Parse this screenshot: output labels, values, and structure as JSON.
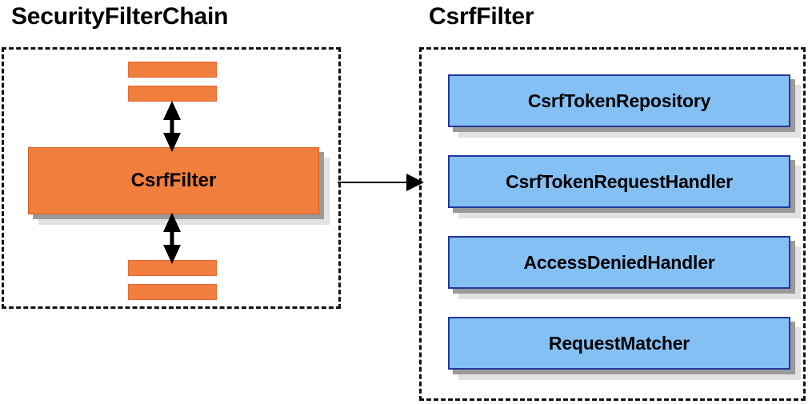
{
  "diagram": {
    "type": "component-relationship-diagram",
    "background": "#ffffff",
    "colors": {
      "filter_fill": "#F07E3C",
      "collaborator_fill": "#85C0F5",
      "collaborator_border": "#23379B",
      "shadow_dark": "#9A9A9A",
      "shadow_light": "#E2E2E2",
      "outline_dashed": "#111111",
      "arrow": "#000000",
      "text": "#000000"
    }
  },
  "panels": [
    {
      "id": "security-filter-chain",
      "title": "SecurityFilterChain",
      "nodes": [
        {
          "id": "filter-bar-1",
          "label": "",
          "kind": "bar"
        },
        {
          "id": "filter-bar-2",
          "label": "",
          "kind": "bar"
        },
        {
          "id": "csrf-filter",
          "label": "CsrfFilter",
          "kind": "filter"
        },
        {
          "id": "filter-bar-3",
          "label": "",
          "kind": "bar"
        },
        {
          "id": "filter-bar-4",
          "label": "",
          "kind": "bar"
        }
      ],
      "internal_arrows": [
        {
          "id": "arrow-above-csrf-filter",
          "kind": "double-headed-vertical"
        },
        {
          "id": "arrow-below-csrf-filter",
          "kind": "double-headed-vertical"
        }
      ]
    },
    {
      "id": "csrf-filter-detail",
      "title": "CsrfFilter",
      "nodes": [
        {
          "id": "csrf-token-repository",
          "label": "CsrfTokenRepository",
          "kind": "collaborator"
        },
        {
          "id": "csrf-token-request-handler",
          "label": "CsrfTokenRequestHandler",
          "kind": "collaborator"
        },
        {
          "id": "access-denied-handler",
          "label": "AccessDeniedHandler",
          "kind": "collaborator"
        },
        {
          "id": "request-matcher",
          "label": "RequestMatcher",
          "kind": "collaborator"
        }
      ]
    }
  ],
  "connector": {
    "id": "chain-to-detail",
    "kind": "single-headed-horizontal",
    "from": "security-filter-chain",
    "to": "csrf-filter-detail",
    "label": ""
  }
}
